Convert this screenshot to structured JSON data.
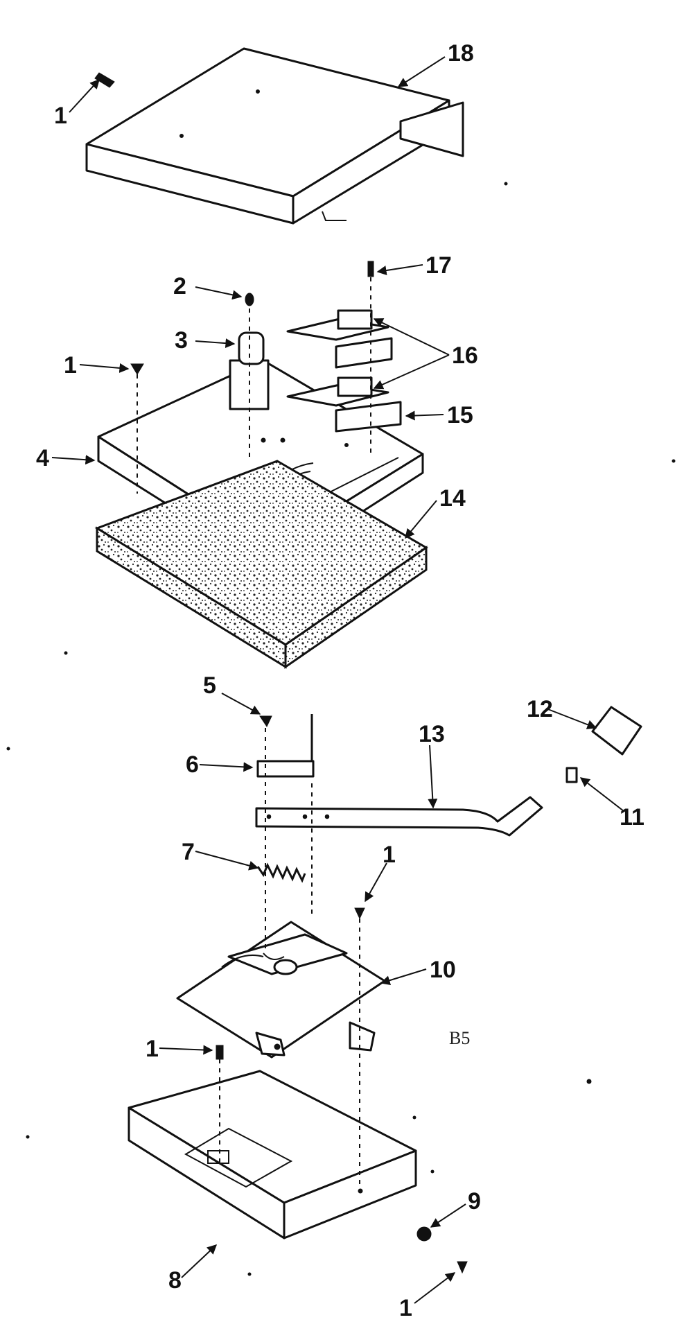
{
  "callouts": [
    "1",
    "2",
    "3",
    "4",
    "5",
    "6",
    "7",
    "8",
    "9",
    "10",
    "11",
    "12",
    "13",
    "14",
    "15",
    "16",
    "17",
    "18"
  ],
  "labels": {
    "l1_top": "1",
    "l18": "18",
    "l17": "17",
    "l2": "2",
    "l3": "3",
    "l16": "16",
    "l1_mid": "1",
    "l15": "15",
    "l4": "4",
    "l14": "14",
    "l5": "5",
    "l12": "12",
    "l13": "13",
    "l6": "6",
    "l11": "11",
    "l7": "7",
    "l1_screw": "1",
    "l10": "10",
    "l1_base": "1",
    "l9": "9",
    "l8": "8",
    "l1_bottom": "1"
  },
  "figure_code": "B5"
}
